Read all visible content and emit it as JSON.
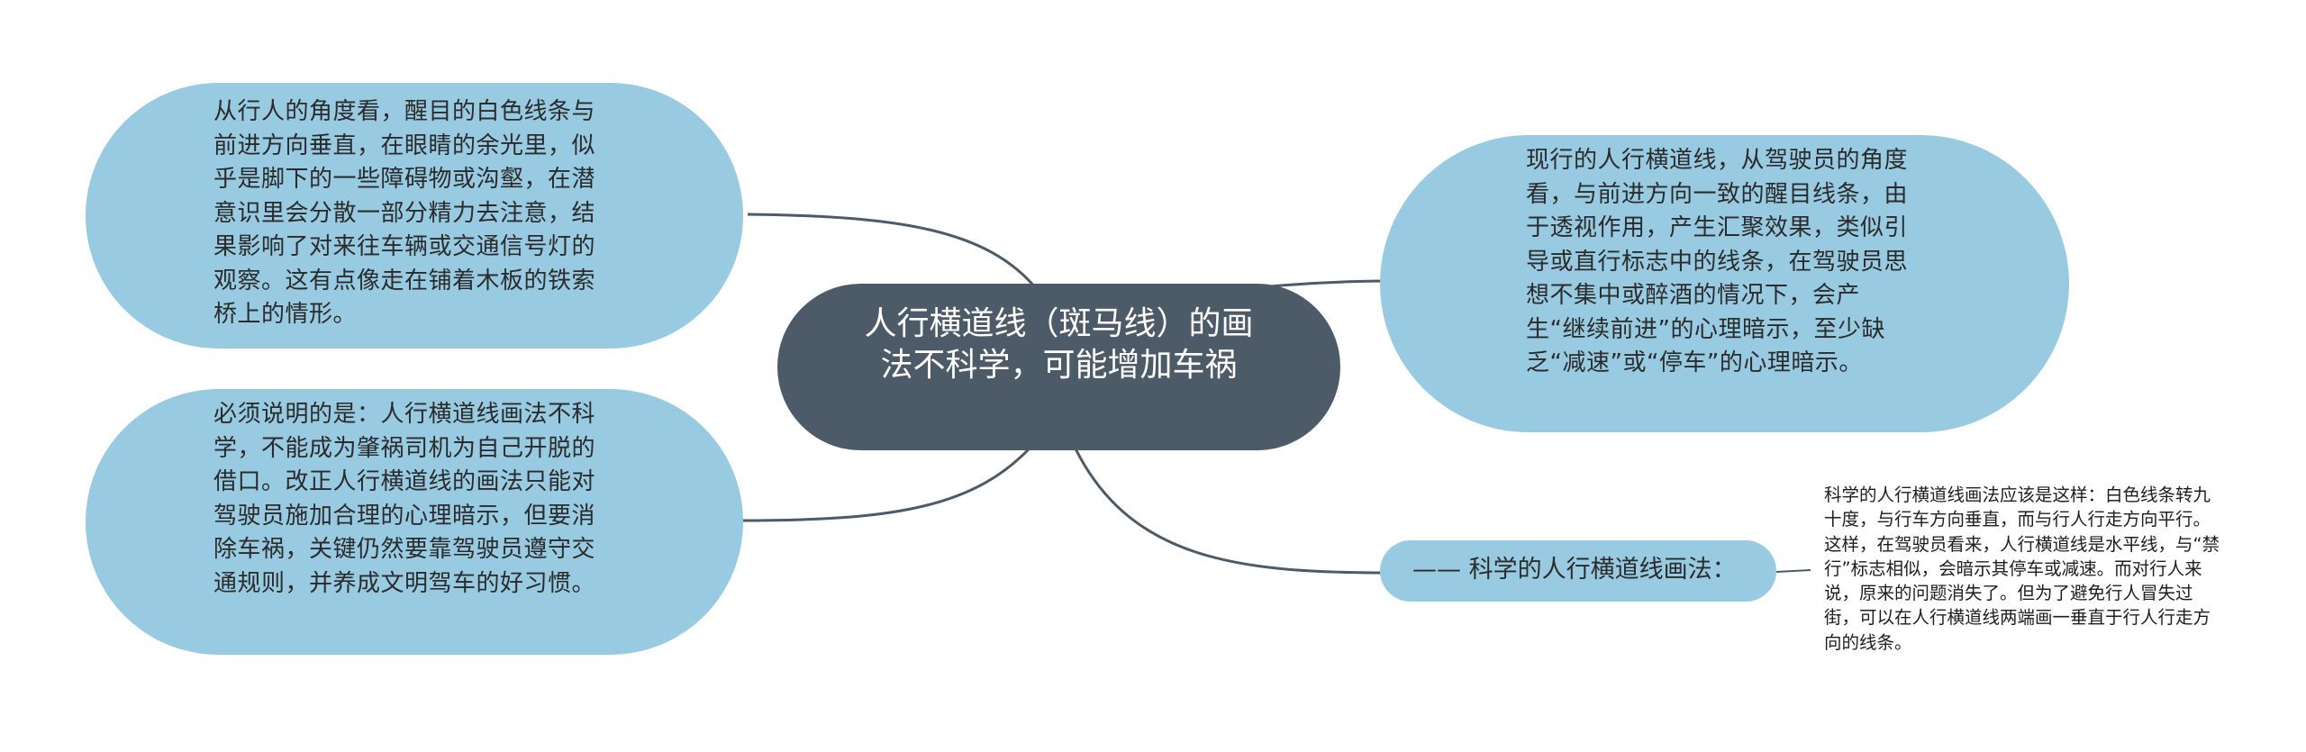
{
  "center": {
    "text": "人行横道线（斑马线）的画法不科学，可能增加车祸"
  },
  "top_left": {
    "text": "从行人的角度看，醒目的白色线条与前进方向垂直，在眼睛的余光里，似乎是脚下的一些障碍物或沟壑，在潜意识里会分散一部分精力去注意，结果影响了对来往车辆或交通信号灯的观察。这有点像走在铺着木板的铁索桥上的情形。"
  },
  "bottom_left": {
    "text": "必须说明的是：人行横道线画法不科学，不能成为肇祸司机为自己开脱的借口。改正人行横道线的画法只能对驾驶员施加合理的心理暗示，但要消除车祸，关键仍然要靠驾驶员遵守交通规则，并养成文明驾车的好习惯。"
  },
  "top_right": {
    "text": "现行的人行横道线，从驾驶员的角度看，与前进方向一致的醒目线条，由于透视作用，产生汇聚效果，类似引导或直行标志中的线条，在驾驶员思想不集中或醉酒的情况下，会产生“继续前进”的心理暗示，至少缺乏“减速”或“停车”的心理暗示。"
  },
  "bottom_right": {
    "label": "—— 科学的人行横道线画法：",
    "note": "科学的人行横道线画法应该是这样：白色线条转九十度，与行车方向垂直，而与行人行走方向平行。这样，在驾驶员看来，人行横道线是水平线，与“禁行”标志相似，会暗示其停车或减速。而对行人来说，原来的问题消失了。但为了避免行人冒失过街，可以在人行横道线两端画一垂直于行人行走方向的线条。"
  },
  "colors": {
    "center_fill": "#4c5b67",
    "bubble_fill": "#98cbe2",
    "connector": "#4c5b67"
  }
}
